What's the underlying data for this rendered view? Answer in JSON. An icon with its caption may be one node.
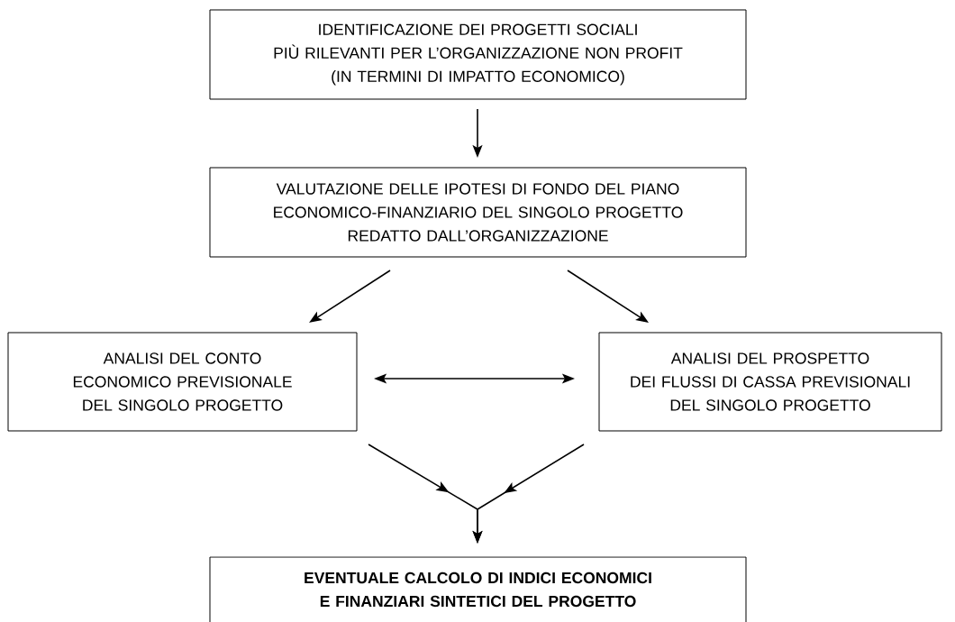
{
  "diagram": {
    "nodes": [
      {
        "text": [
          "IDENTIFICAZIONE DEI PROGETTI SOCIALI PIÙ RILEVANTI PER L’ORGANIZZAZIONE NON PROFIT (IN TERMINI DI IMPATTO ECONOMICO)"
        ]
      },
      {
        "text": [
          "VALUTAZIONE DELLE IPOTESI DI FONDO DEL PIANO ECONOMICO-FINANZIARIO DEL SINGOLO PROGETTO REDATTO DALL’ORGANIZZAZIONE"
        ]
      },
      {
        "text": [
          "ANALISI DEL CONTO ECONOMICO PREVISIONALE DEL SINGOLO PROGETTO"
        ]
      },
      {
        "text": [
          "ANALISI DEL PROSPETTO DEI FLUSSI DI CASSA PREVISIONALI DEL SINGOLO PROGETTO"
        ]
      },
      {
        "text": [
          "EVENTUALE CALCOLO DI INDICI ECONOMICI E FINANZIARI SINTETICI DEL PROGETTO"
        ]
      }
    ],
    "edges": [
      {
        "from": 0,
        "to": 1,
        "arrow": "to"
      },
      {
        "from": 1,
        "to": 2,
        "arrow": "to"
      },
      {
        "from": 1,
        "to": 3,
        "arrow": "to"
      },
      {
        "from": 2,
        "to": 3,
        "arrow": "both"
      },
      {
        "from": 2,
        "to": 4,
        "arrow": "to"
      },
      {
        "from": 3,
        "to": 4,
        "arrow": "to"
      }
    ]
  }
}
